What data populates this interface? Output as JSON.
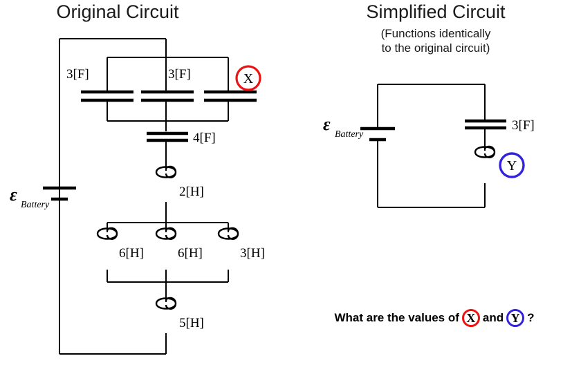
{
  "left_panel": {
    "title": "Original Circuit",
    "battery": {
      "symbol": "ε",
      "subscript": "Battery"
    },
    "capacitors": [
      {
        "name": "c1",
        "label": "3[F]"
      },
      {
        "name": "c2",
        "label": "3[F]"
      },
      {
        "name": "c3",
        "label": "X",
        "marker": true,
        "marker_color": "#ee1111"
      },
      {
        "name": "c4",
        "label": "4[F]"
      }
    ],
    "inductors": [
      {
        "name": "l-series-top",
        "label": "2[H]"
      },
      {
        "name": "l-parallel-left",
        "label": "6[H]"
      },
      {
        "name": "l-parallel-middle",
        "label": "6[H]"
      },
      {
        "name": "l-parallel-right",
        "label": "3[H]"
      },
      {
        "name": "l-series-bottom",
        "label": "5[H]"
      }
    ]
  },
  "right_panel": {
    "title": "Simplified Circuit",
    "subtitle_line1": "(Functions identically",
    "subtitle_line2": "to the original circuit)",
    "battery": {
      "symbol": "ε",
      "subscript": "Battery"
    },
    "capacitor": {
      "name": "c-equivalent",
      "label": "3[F]"
    },
    "inductor": {
      "name": "l-equivalent",
      "label": "Y",
      "marker": true,
      "marker_color": "#3322dd"
    }
  },
  "question": {
    "prefix": "What are the values of",
    "badge_x": "X",
    "conjunction": "and",
    "badge_y": "Y",
    "suffix": "?"
  },
  "colors": {
    "wire": "#000000",
    "marker_red": "#ee1111",
    "marker_blue": "#3322dd",
    "background": "#ffffff"
  }
}
